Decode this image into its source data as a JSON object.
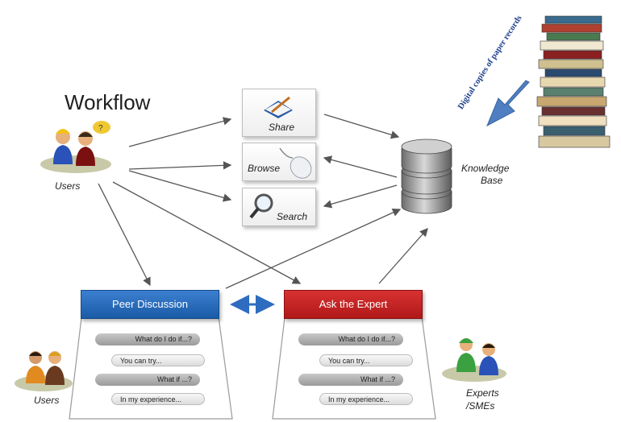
{
  "title": "Workflow",
  "users_label": "Users",
  "kb_label": "Knowledge Base",
  "kb_label_line1": "Knowledge",
  "kb_label_line2": "Base",
  "tools": [
    {
      "label": "Share",
      "icon": "book-pen-icon"
    },
    {
      "label": "Browse",
      "icon": "mouse-icon"
    },
    {
      "label": "Search",
      "icon": "magnifier-icon"
    }
  ],
  "digital_copies_label": "Digital copies of paper records",
  "peer": {
    "header": "Peer Discussion",
    "messages": [
      "What do I do if...?",
      "You can try...",
      "What if ...?",
      "In my experience..."
    ],
    "users_label": "Users"
  },
  "expert": {
    "header": "Ask the Expert",
    "messages": [
      "What do I do if...?",
      "You can try...",
      "What if ...?",
      "In my experience..."
    ],
    "experts_label_line1": "Experts",
    "experts_label_line2": "/SMEs"
  },
  "colors": {
    "peer_header": "#1a5ba6",
    "expert_header": "#b01818",
    "arrow": "#555555",
    "big_arrow": "#4f7fc0",
    "digital_text": "#1f3f8a"
  }
}
